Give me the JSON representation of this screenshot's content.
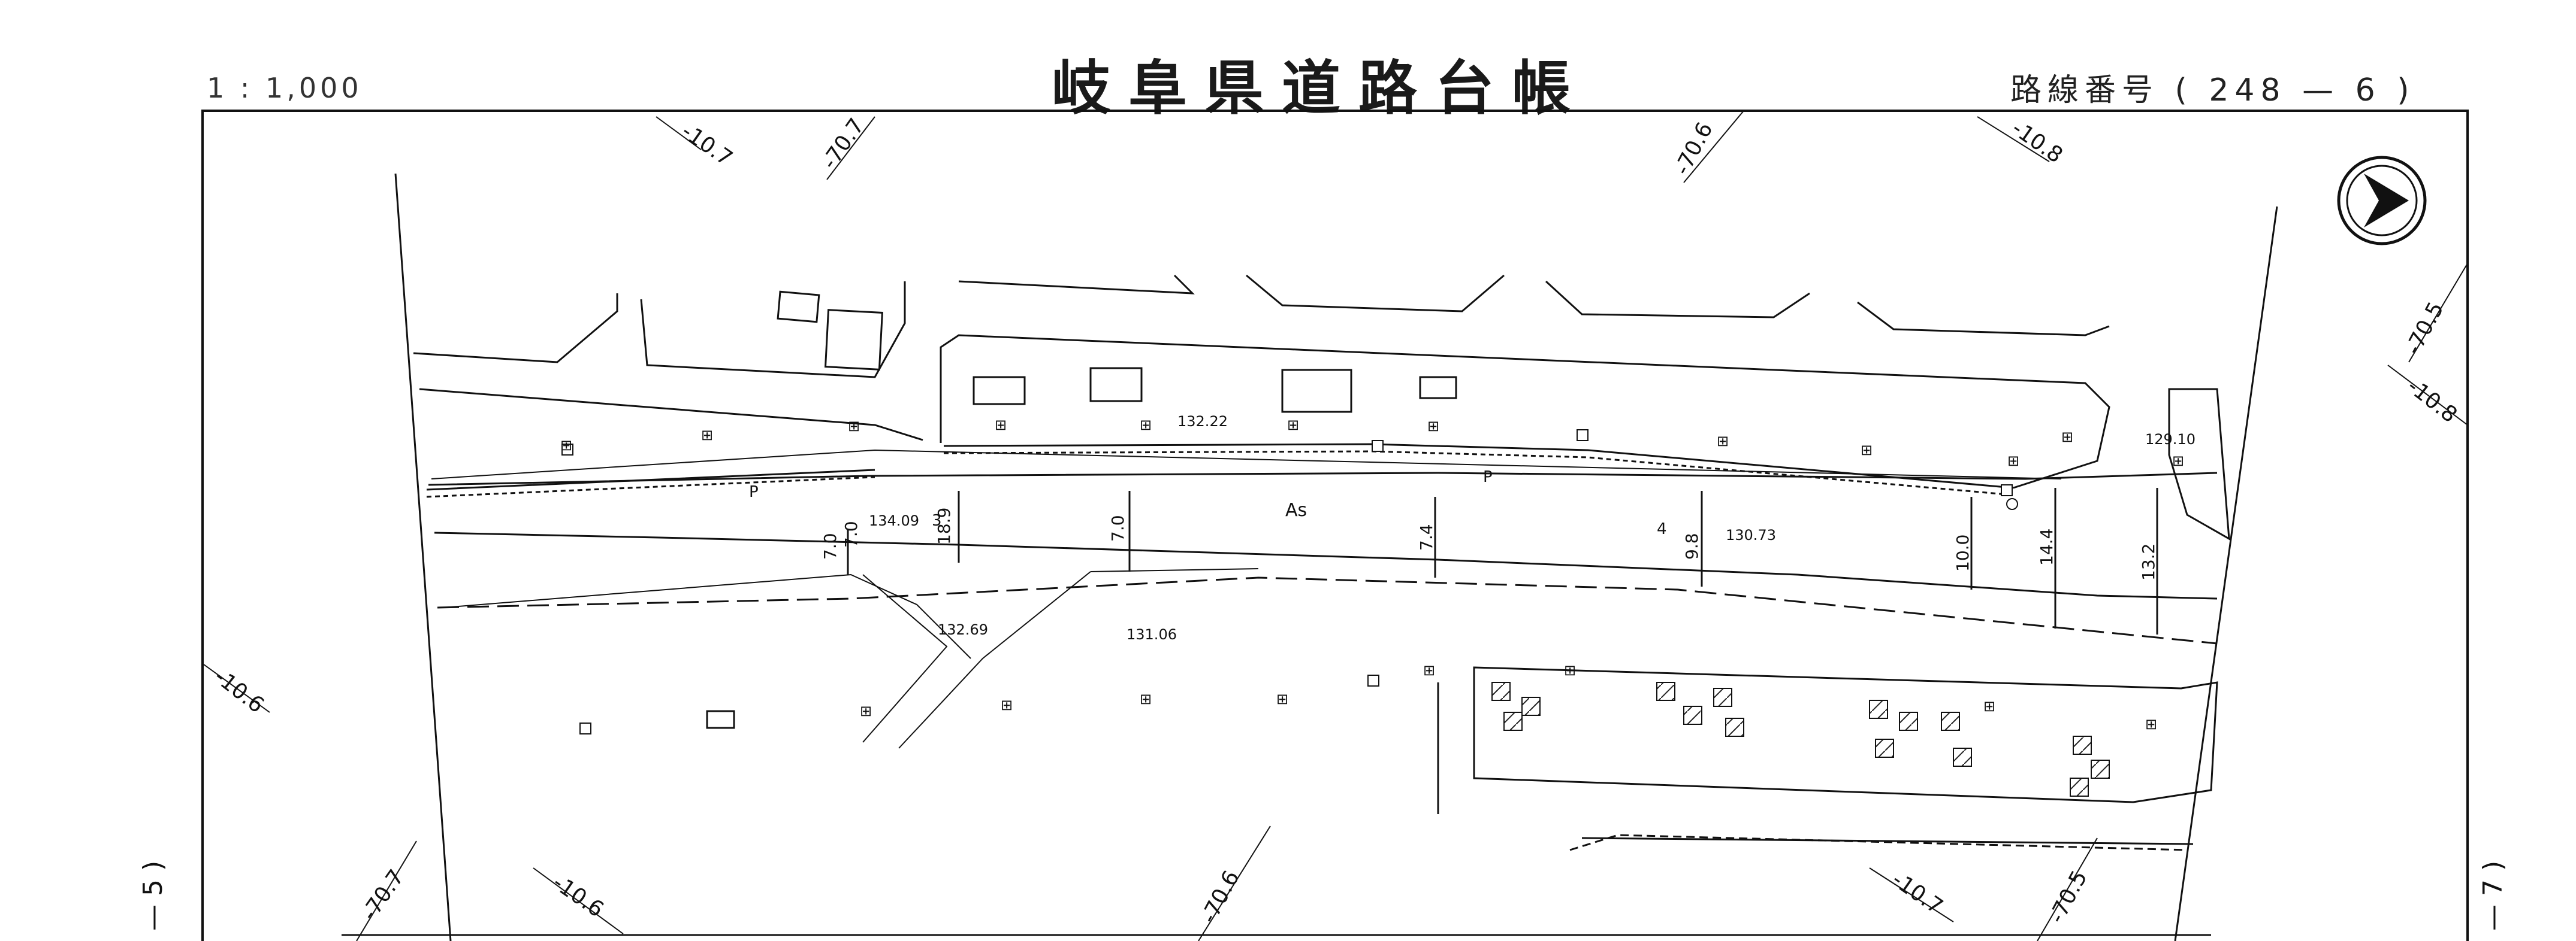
{
  "header": {
    "title": "岐阜県道路台帳",
    "scale": "1 : 1,000",
    "route": "路線番号 ( 248 — 6 )"
  },
  "sheets": {
    "left": "— 5 )",
    "right": "— 7 )"
  },
  "map": {
    "grid_labels": [
      "-10.7",
      "-70.7",
      "-70.6",
      "-10.8",
      "-70.5",
      "-10.8",
      "-10.6",
      "-70.7",
      "-10.6",
      "-70.6",
      "-10.7",
      "-70.5"
    ],
    "elevations": [
      "132.22",
      "129.10",
      "134.09",
      "130.73",
      "132.69",
      "131.06"
    ],
    "widths": [
      "7.0",
      "7.0",
      "18.9",
      "7.0",
      "7.4",
      "9.8",
      "10.0",
      "14.4",
      "13.2"
    ],
    "misc_labels": [
      "3",
      "4"
    ],
    "road_surface": "As",
    "p_labels": [
      "P",
      "P"
    ],
    "north_arrow": "north-arrow-icon"
  }
}
